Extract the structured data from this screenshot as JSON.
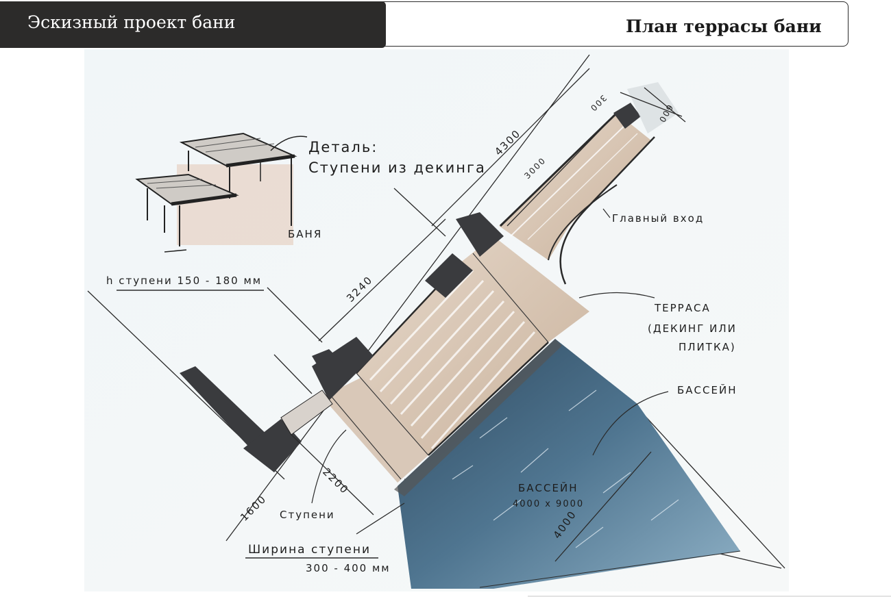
{
  "header": {
    "left_title": "Эскизный проект бани",
    "right_title": "План террасы бани"
  },
  "colors": {
    "header_dark": "#2c2b2a",
    "wood": "#d8c6b4",
    "water": "#4b6e88",
    "dark_marker": "#3a3b3e"
  },
  "labels": {
    "detail_line1": "Деталь:",
    "detail_line2": "Ступени из декинга",
    "banya": "БАНЯ",
    "step_height": "h ступени  150 - 180 мм",
    "main_entrance": "Главный вход",
    "terrace_line1": "ТЕРРАСА",
    "terrace_line2": "(ДЕКИНГ ИЛИ",
    "terrace_line3": "ПЛИТКА)",
    "pool_pointer": "БАССЕЙН",
    "pool_name": "БАССЕЙН",
    "pool_size": "4000 х 9000",
    "steps": "Ступени",
    "step_width_title": "Ширина ступени",
    "step_width_value": "300 - 400 мм"
  },
  "dimensions": {
    "d4300": "4300",
    "d3000": "3000",
    "d300": "300",
    "d600": "600",
    "d3240": "3240",
    "d2200": "2200",
    "d1600": "1600",
    "d4000": "4000"
  }
}
